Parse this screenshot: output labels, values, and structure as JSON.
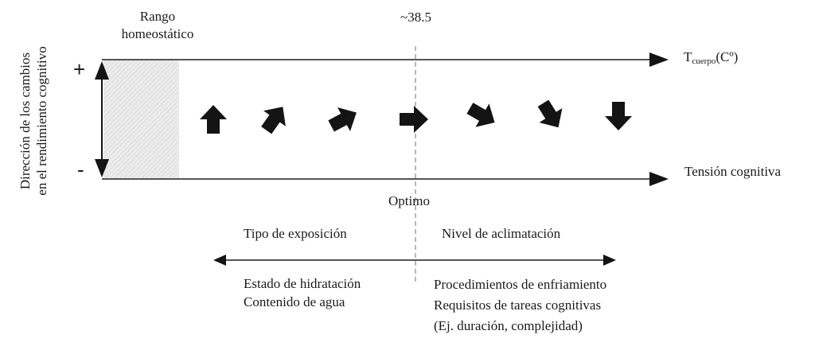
{
  "diagram": {
    "y_axis_label": {
      "line1": "Dirección de los cambios",
      "line2": "en el rendimiento cognitivo"
    },
    "homeostatic_range": {
      "line1": "Rango",
      "line2": "homeostático"
    },
    "threshold_label": "~38.5",
    "plus_sign": "+",
    "minus_sign": "-",
    "top_axis": {
      "label_main": "T",
      "label_sub": "cuerpo",
      "label_unit": "(Cº)"
    },
    "bottom_axis": {
      "label": "Tensión cognitiva"
    },
    "optimum_label": "Optimo",
    "arrows_direction_sequence": [
      "up",
      "up-right-steep",
      "up-right-shallow",
      "right",
      "down-right-shallow",
      "down-right-steep",
      "down"
    ],
    "factors": {
      "left_title": "Tipo de exposición",
      "right_title": "Nivel de aclimatación",
      "left_items": [
        "Estado de hidratación",
        "Contenido de agua"
      ],
      "right_items": [
        "Procedimientos de enfriamiento",
        "Requisitos de tareas cognitivas",
        "(Ej. duración, complejidad)"
      ]
    },
    "colors": {
      "line": "#555555",
      "arrow_fill": "#141414",
      "shade": "#e6e6e6"
    }
  }
}
